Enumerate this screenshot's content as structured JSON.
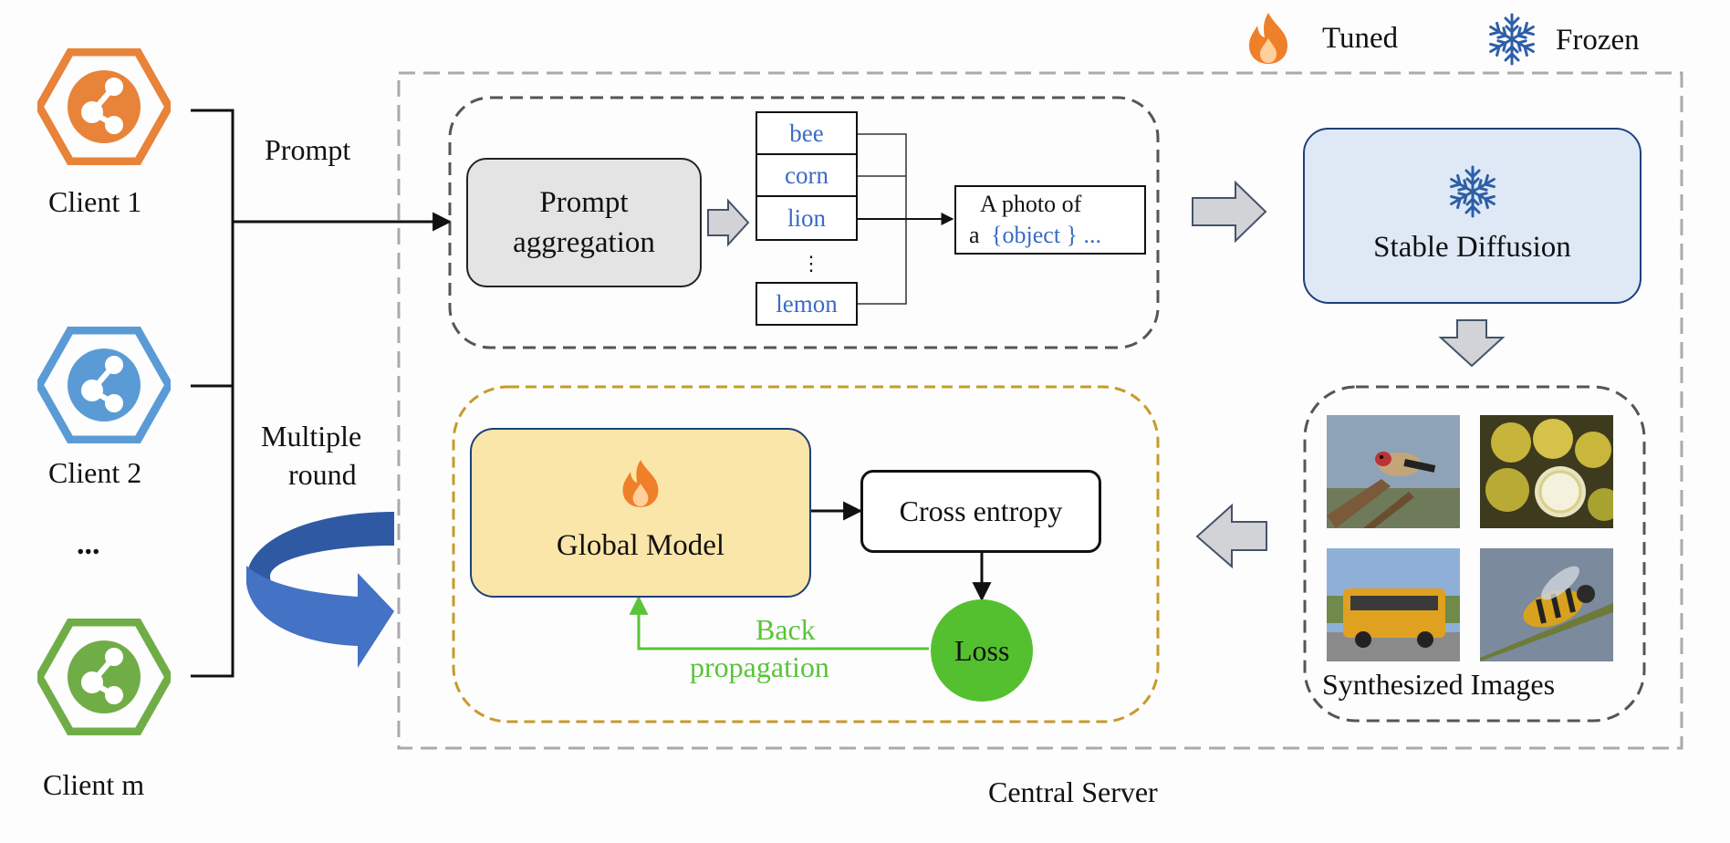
{
  "legend": {
    "tuned_label": "Tuned",
    "frozen_label": "Frozen"
  },
  "clients": [
    {
      "label": "Client 1",
      "color": "#e8833a"
    },
    {
      "label": "Client 2",
      "color": "#5b9bd5"
    },
    {
      "label": "Client m",
      "color": "#70ad47"
    }
  ],
  "clients_ellipsis": "...",
  "prompt_label": "Prompt",
  "multiple_round_label": [
    "Multiple",
    "round"
  ],
  "prompt_aggregation": [
    "Prompt",
    "aggregation"
  ],
  "objects": [
    "bee",
    "corn",
    "lion",
    "lemon"
  ],
  "objects_ellipsis": "⋮",
  "template": {
    "line1": "A photo of",
    "prefix": "a",
    "object": "{object } ..."
  },
  "stable_diffusion": "Stable Diffusion",
  "synthesized_images": "Synthesized Images",
  "global_model": "Global Model",
  "cross_entropy": "Cross entropy",
  "loss": "Loss",
  "back_propagation": [
    "Back",
    "propagation"
  ],
  "central_server": "Central Server",
  "colors": {
    "tuned": "#f07f2a",
    "frozen": "#2e5ea8",
    "object_text": "#3a6bc4",
    "backprop": "#5ac43a",
    "loss_fill": "#55c02f",
    "global_model_fill": "#fae6a8",
    "stable_diffusion_fill": "#dfe9f5",
    "prompt_agg_fill": "#e4e4e4",
    "round_arrow": "#3f6dbe"
  }
}
